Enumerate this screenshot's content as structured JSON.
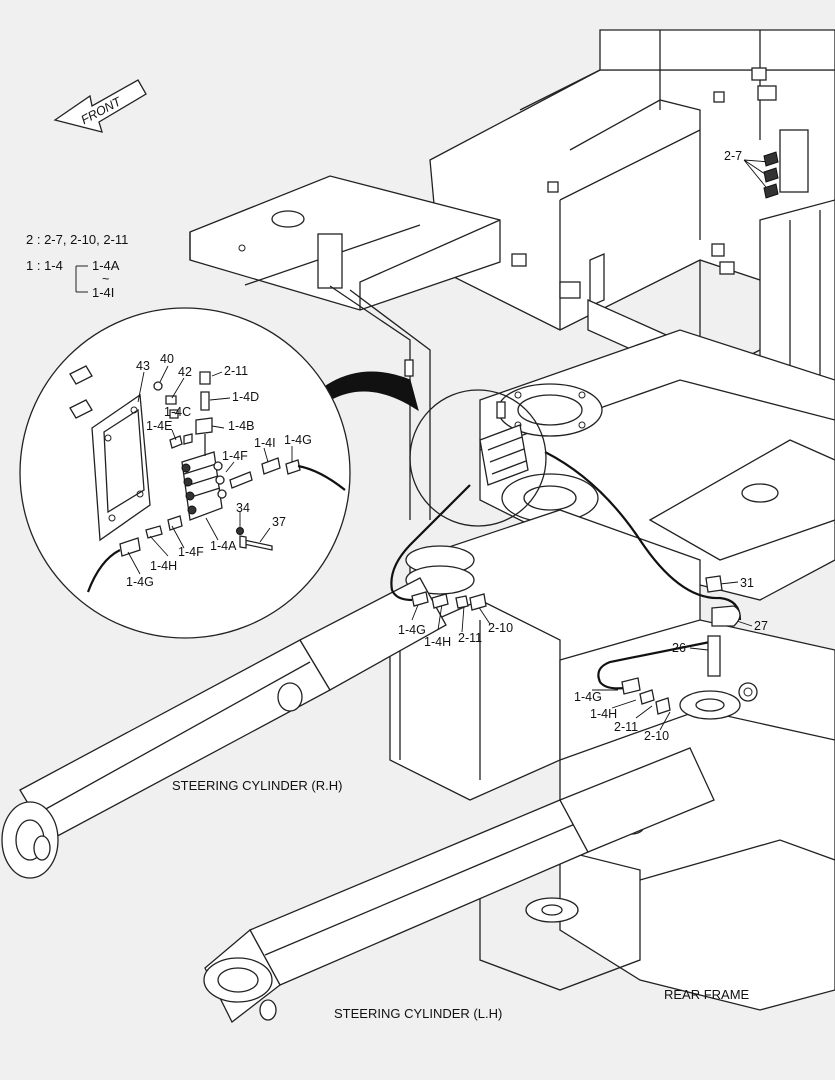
{
  "front_label": "FRONT",
  "legend": {
    "line1": "2 : 2-7, 2-10, 2-11",
    "line2_prefix": "1 : 1-4",
    "range_start": "1-4A",
    "range_mark": "~",
    "range_end": "1-4I"
  },
  "detail_labels": {
    "p43": "43",
    "p40": "40",
    "p42": "42",
    "p211": "2-11",
    "p14D": "1-4D",
    "p14C": "1-4C",
    "p14E": "1-4E",
    "p14B": "1-4B",
    "p14I": "1-4I",
    "p14G_top": "1-4G",
    "p14F_top": "1-4F",
    "p34": "34",
    "p37": "37",
    "p14H": "1-4H",
    "p14F_bottom": "1-4F",
    "p14A": "1-4A",
    "p14G_bottom": "1-4G"
  },
  "main_labels": {
    "p27_top": "2-7",
    "p31": "31",
    "p27": "27",
    "p26": "26",
    "upper_14G": "1-4G",
    "upper_14H": "1-4H",
    "upper_211": "2-11",
    "upper_210": "2-10",
    "lower_14G": "1-4G",
    "lower_14H": "1-4H",
    "lower_211": "2-11",
    "lower_210": "2-10"
  },
  "captions": {
    "steering_rh": "STEERING CYLINDER (R.H)",
    "steering_lh": "STEERING CYLINDER (L.H)",
    "rear_frame": "REAR FRAME"
  }
}
